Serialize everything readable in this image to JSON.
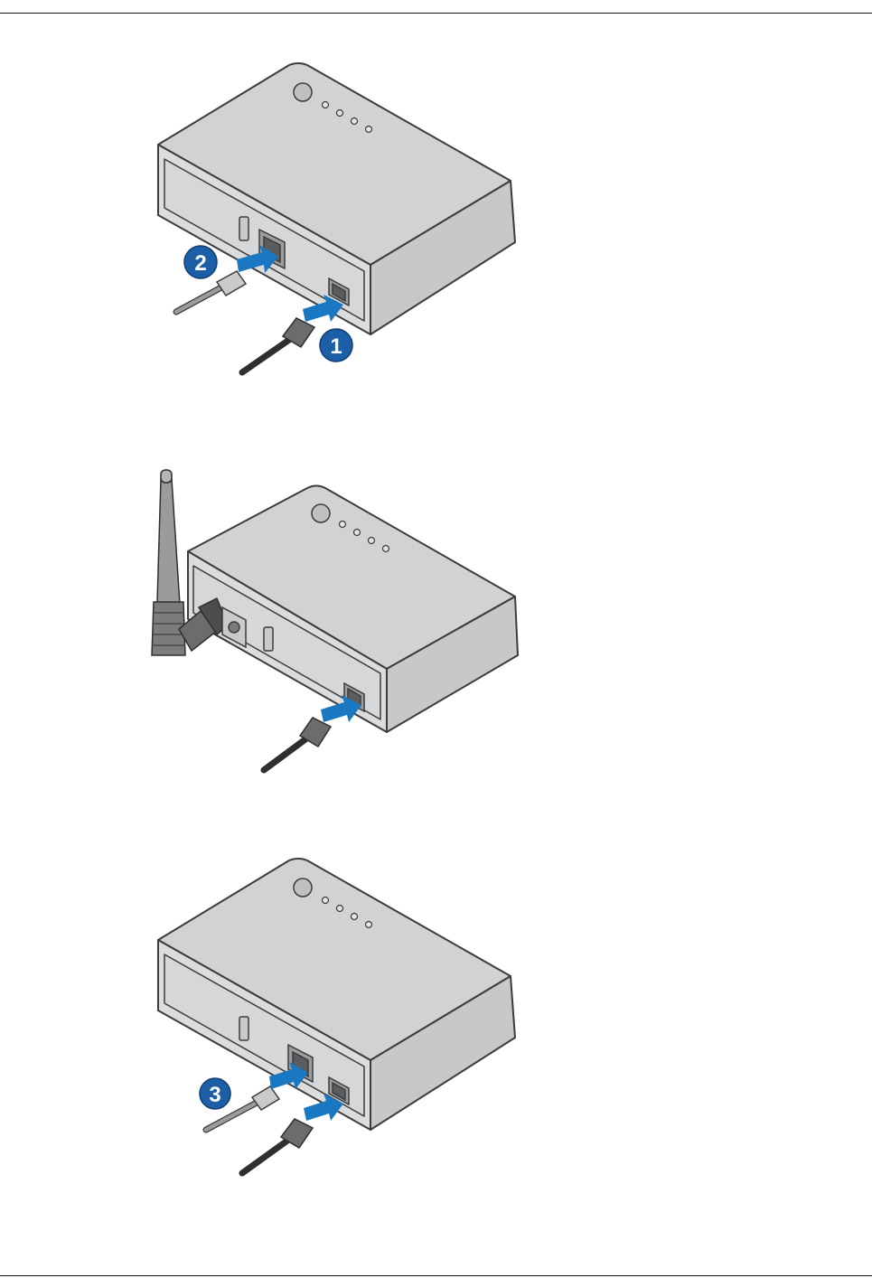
{
  "colors": {
    "body_top": "#d1d2d4",
    "body_front": "#dcdcdd",
    "body_side": "#c7c8ca",
    "outline": "#3c3c3c",
    "arrow": "#1a78c2",
    "badge": "#1d5fa6",
    "cable_lan": "#9a9b9d",
    "cable_power": "#2f2f2f"
  },
  "steps": [
    {
      "number": "1",
      "icon": "step-1-badge"
    },
    {
      "number": "2",
      "icon": "step-2-badge"
    },
    {
      "number": "3",
      "icon": "step-3-badge"
    }
  ]
}
